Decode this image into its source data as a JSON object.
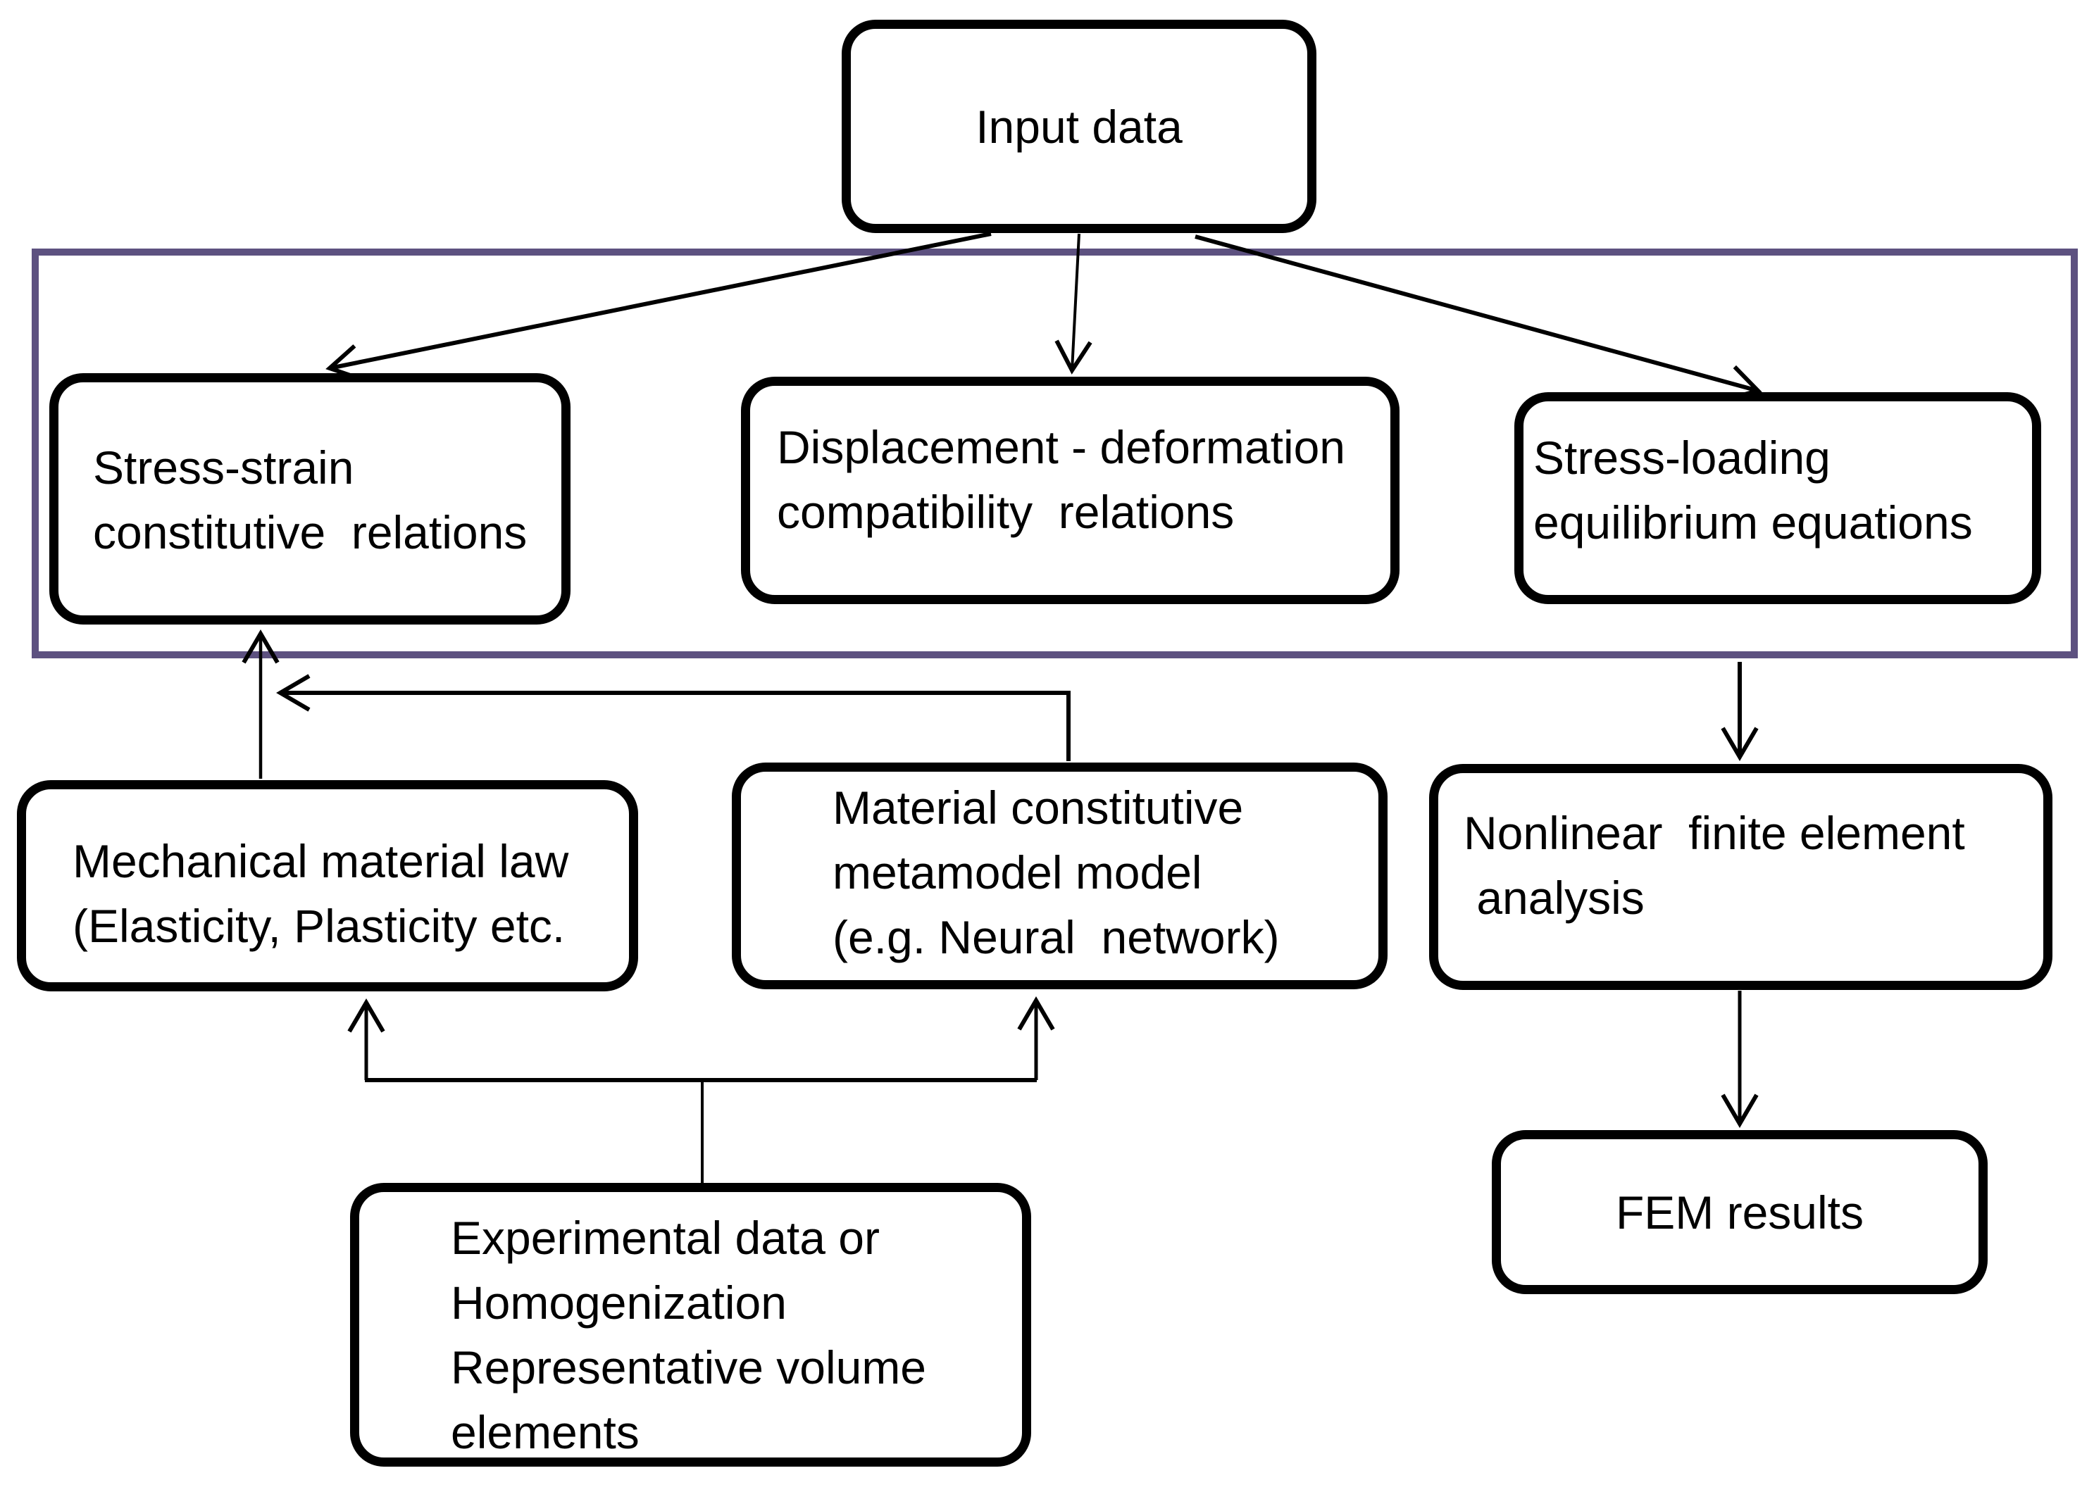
{
  "diagram": {
    "colors": {
      "background": "#ffffff",
      "node_border": "#000000",
      "group_border": "#5d5180",
      "text": "#000000"
    },
    "nodes": {
      "input_data": {
        "label": "Input data"
      },
      "stress_strain": {
        "lines": [
          "Stress-strain",
          "constitutive  relations"
        ]
      },
      "displacement": {
        "lines": [
          "Displacement - deformation",
          "compatibility  relations"
        ]
      },
      "stress_loading": {
        "lines": [
          "Stress-loading",
          "equilibrium equations"
        ]
      },
      "mechanical_law": {
        "lines": [
          "Mechanical material law",
          "(Elasticity, Plasticity etc."
        ]
      },
      "metamodel": {
        "lines": [
          "Material constitutive",
          "metamodel model",
          "(e.g. Neural  network)"
        ]
      },
      "nonlinear_fea": {
        "lines": [
          "Nonlinear  finite element",
          " analysis"
        ]
      },
      "experimental": {
        "lines": [
          "Experimental data or",
          "Homogenization",
          "Representative volume",
          "elements"
        ]
      },
      "fem_results": {
        "label": "FEM results"
      }
    },
    "edges": [
      {
        "from": "input_data",
        "to": "stress_strain"
      },
      {
        "from": "input_data",
        "to": "displacement"
      },
      {
        "from": "input_data",
        "to": "stress_loading"
      },
      {
        "from": "mechanical_law",
        "to": "stress_strain"
      },
      {
        "from": "metamodel",
        "to": "mechanical_law_to_stress_strain_line"
      },
      {
        "from": "governing_equations_group",
        "to": "nonlinear_fea"
      },
      {
        "from": "nonlinear_fea",
        "to": "fem_results"
      },
      {
        "from": "experimental",
        "to": "mechanical_law"
      },
      {
        "from": "experimental",
        "to": "metamodel"
      }
    ]
  }
}
